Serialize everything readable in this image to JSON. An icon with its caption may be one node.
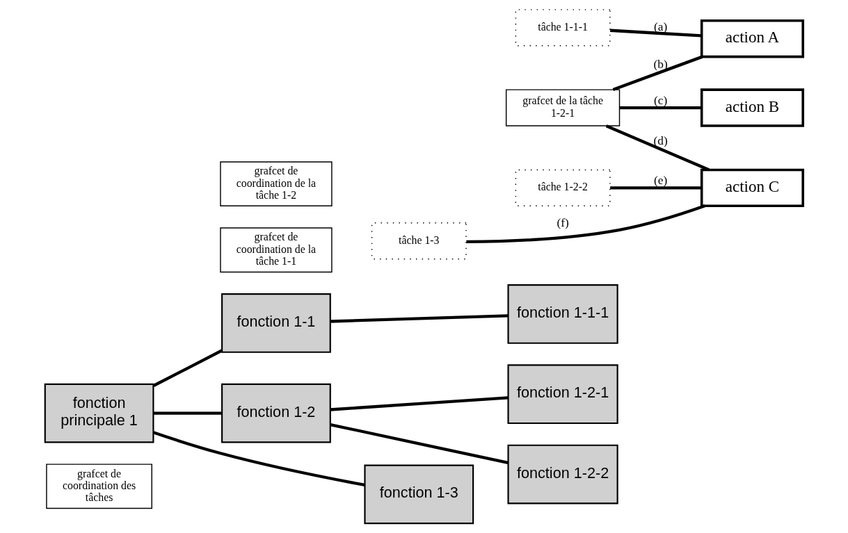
{
  "diagram": {
    "nodes": [
      {
        "text": [
          "grafcet de coordination des tâches"
        ]
      },
      {
        "text": [
          "fonction principale 1"
        ]
      },
      {
        "text": [
          "grafcet de coordination de la tâche 1-1"
        ]
      },
      {
        "text": [
          "fonction 1-1"
        ]
      },
      {
        "text": [
          "tâche 1-1-1"
        ]
      },
      {
        "text": [
          "fonction 1-1-1"
        ]
      },
      {
        "text": [
          "action A"
        ]
      },
      {
        "text": [
          "grafcet de coordination de la tâche 1-2"
        ]
      },
      {
        "text": [
          "fonction 1-2"
        ]
      },
      {
        "text": [
          "grafcet de la tâche 1-2-1"
        ]
      },
      {
        "text": [
          "fonction 1-2-1"
        ]
      },
      {
        "text": [
          "action B"
        ]
      },
      {
        "text": [
          "tâche 1-2-2"
        ]
      },
      {
        "text": [
          "fonction 1-2-2"
        ]
      },
      {
        "text": [
          "action C"
        ]
      },
      {
        "text": [
          "tâche 1-3"
        ]
      },
      {
        "text": [
          "fonction 1-3"
        ]
      }
    ],
    "edges": [
      {
        "from": 1,
        "to": 3,
        "arrow": "none"
      },
      {
        "from": 1,
        "to": 8,
        "arrow": "none"
      },
      {
        "from": 1,
        "to": 16,
        "arrow": "none"
      },
      {
        "from": 3,
        "to": 5,
        "arrow": "none"
      },
      {
        "from": 8,
        "to": 10,
        "arrow": "none"
      },
      {
        "from": 8,
        "to": 13,
        "arrow": "none"
      },
      {
        "from": 4,
        "to": 6,
        "arrow": "none",
        "label": "(a)"
      },
      {
        "from": 9,
        "to": 6,
        "arrow": "none",
        "label": "(b)"
      },
      {
        "from": 9,
        "to": 11,
        "arrow": "none",
        "label": "(c)"
      },
      {
        "from": 9,
        "to": 14,
        "arrow": "none",
        "label": "(d)"
      },
      {
        "from": 12,
        "to": 14,
        "arrow": "none",
        "label": "(e)"
      },
      {
        "from": 15,
        "to": 14,
        "arrow": "none",
        "label": "(f)"
      }
    ]
  }
}
